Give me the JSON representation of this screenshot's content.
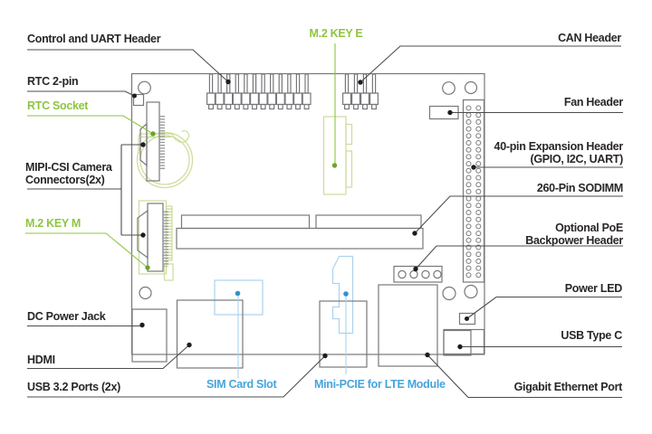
{
  "diagram": {
    "description": "Single-board computer port and connector callout diagram",
    "colors": {
      "label_black": "#2a2627",
      "label_green": "#8dc63f",
      "label_blue": "#45a4dc",
      "board_line": "#77787b",
      "leader_line": "#4b4c4e",
      "shape_green": "#ccdc9b",
      "shape_blue": "#abd3ed",
      "dot_black": "#1d1d1d",
      "dot_green": "#6ca32c",
      "dot_blue": "#2f93cf"
    },
    "labels": {
      "control_uart": "Control and UART Header",
      "m2_key_e": "M.2 KEY E",
      "can": "CAN Header",
      "rtc_2pin": "RTC 2-pin",
      "rtc_socket": "RTC Socket",
      "fan": "Fan Header",
      "expansion_lines": [
        "40-pin Expansion Header",
        "(GPIO, I2C, UART)"
      ],
      "mipi_lines": [
        "MIPI-CSI Camera",
        "Connectors(2x)"
      ],
      "sodimm": "260-Pin SODIMM",
      "m2_key_m": "M.2 KEY M",
      "poe_lines": [
        "Optional PoE",
        "Backpower Header"
      ],
      "power_led": "Power LED",
      "dc_jack": "DC Power Jack",
      "usb_c": "USB Type C",
      "hdmi": "HDMI",
      "usb32": "USB 3.2 Ports (2x)",
      "sim": "SIM Card Slot",
      "minipcie": "Mini-PCIE for LTE Module",
      "ethernet": "Gigabit Ethernet Port"
    }
  }
}
